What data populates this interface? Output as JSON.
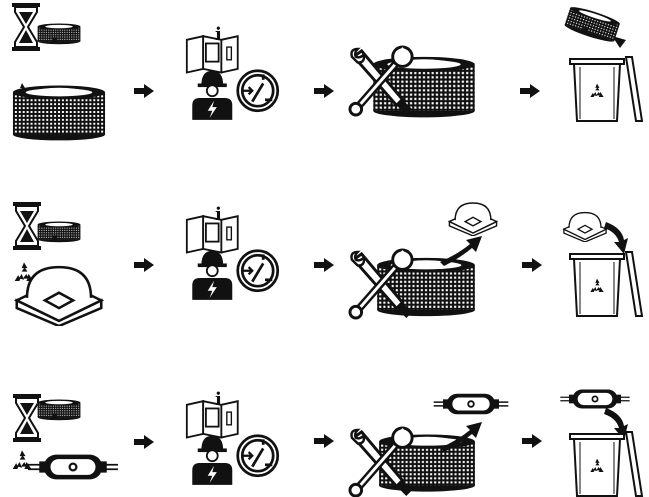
{
  "manual_badge": "i",
  "steps": [
    {
      "id": "shelf-life"
    },
    {
      "id": "qualified-electrician-disconnect"
    },
    {
      "id": "disassemble"
    },
    {
      "id": "dispose"
    }
  ],
  "rows": [
    {
      "id": "led-strip-reel",
      "component": "led-strip-reel"
    },
    {
      "id": "led-chip",
      "component": "led-chip"
    },
    {
      "id": "connector",
      "component": "connector"
    }
  ],
  "colors": {
    "ink": "#111111",
    "paper": "#ffffff"
  }
}
